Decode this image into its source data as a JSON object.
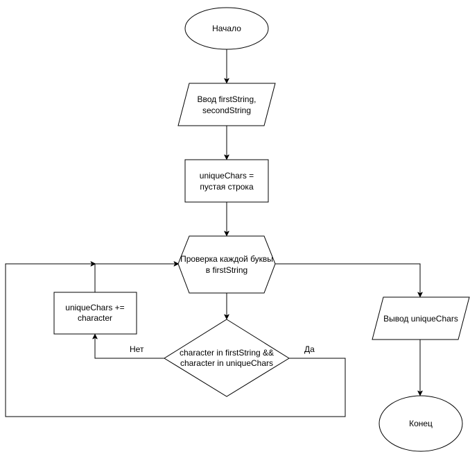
{
  "nodes": {
    "start": "Начало",
    "input": [
      "Ввод firstString,",
      "secondString"
    ],
    "init": [
      "uniqueChars =",
      "пустая строка"
    ],
    "loop": [
      "Проверка каждой буквы",
      "в firstString"
    ],
    "condition": [
      "character in firstString &&",
      "character in uniqueChars"
    ],
    "append": [
      "uniqueChars +=",
      "character"
    ],
    "output": "Вывод uniqueChars",
    "end": "Конец"
  },
  "edges": {
    "no_label": "Нет",
    "yes_label": "Да"
  }
}
